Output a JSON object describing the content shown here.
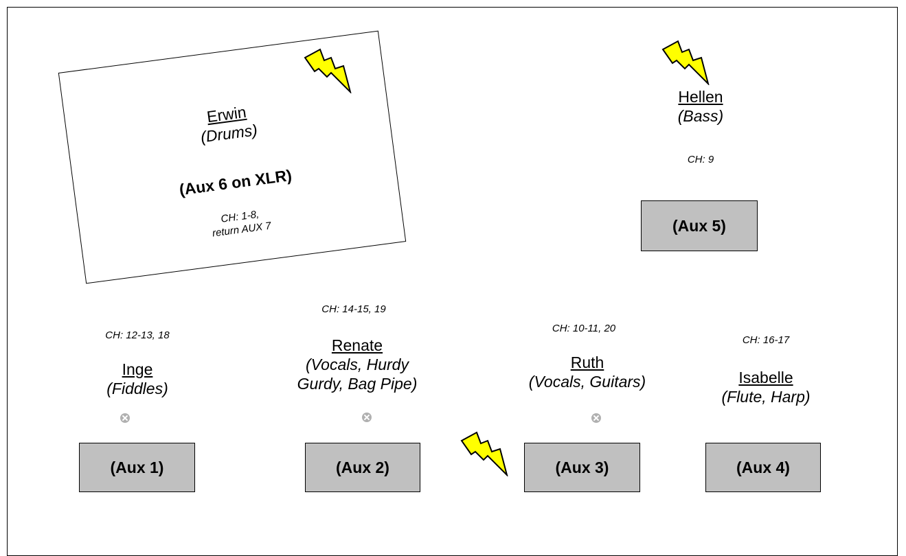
{
  "drummer": {
    "name": "Erwin",
    "role": "(Drums)",
    "aux": "(Aux 6 on XLR)",
    "ch_line1": "CH: 1-8,",
    "ch_line2": "return AUX 7"
  },
  "bassist": {
    "name": "Hellen",
    "role": "(Bass)",
    "ch": "CH: 9",
    "aux": "(Aux 5)"
  },
  "musicians": [
    {
      "name": "Inge",
      "role_line1": "(Fiddles)",
      "role_line2": "",
      "ch": "CH: 12-13, 18",
      "aux": "(Aux 1)"
    },
    {
      "name": "Renate",
      "role_line1": "(Vocals, Hurdy",
      "role_line2": "Gurdy, Bag Pipe)",
      "ch": "CH: 14-15, 19",
      "aux": "(Aux 2)"
    },
    {
      "name": "Ruth",
      "role_line1": "(Vocals, Guitars)",
      "role_line2": "",
      "ch": "CH: 10-11, 20",
      "aux": "(Aux 3)"
    },
    {
      "name": "Isabelle",
      "role_line1": "(Flute, Harp)",
      "role_line2": "",
      "ch": "CH: 16-17",
      "aux": "(Aux 4)"
    }
  ],
  "icons": {
    "power": "lightning-bolt-icon",
    "mic": "mic-stand-icon"
  },
  "colors": {
    "monitor_fill": "#c0c0c0",
    "bolt_fill": "#ffff00",
    "mic_fill": "#b0b0b0"
  }
}
